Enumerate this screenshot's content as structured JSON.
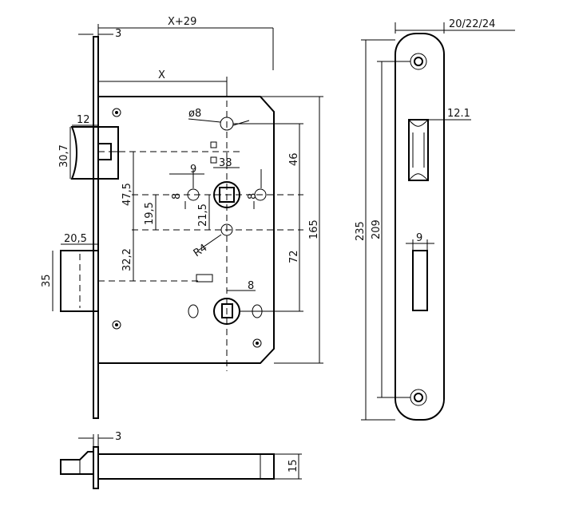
{
  "front_view": {
    "dim_x_plus_29": "X+29",
    "dim_3_top": "3",
    "dim_x": "X",
    "dim_hole_dia": "ø8",
    "dim_12": "12",
    "dim_30_7": "30,7",
    "dim_46": "46",
    "dim_38": "38",
    "dim_9": "9",
    "dim_8_left": "8",
    "dim_8_right": "8",
    "dim_47_5": "47,5",
    "dim_19_5": "19,5",
    "dim_21_5": "21,5",
    "dim_165": "165",
    "dim_r4": "R4",
    "dim_20_5": "20,5",
    "dim_32_2": "32,2",
    "dim_72": "72",
    "dim_35": "35",
    "dim_8_bottom": "8"
  },
  "side_view": {
    "dim_20_22_24": "20/22/24",
    "dim_12_1": "12.1",
    "dim_235": "235",
    "dim_209": "209",
    "dim_9": "9"
  },
  "bottom_view": {
    "dim_3": "3",
    "dim_15": "15"
  }
}
